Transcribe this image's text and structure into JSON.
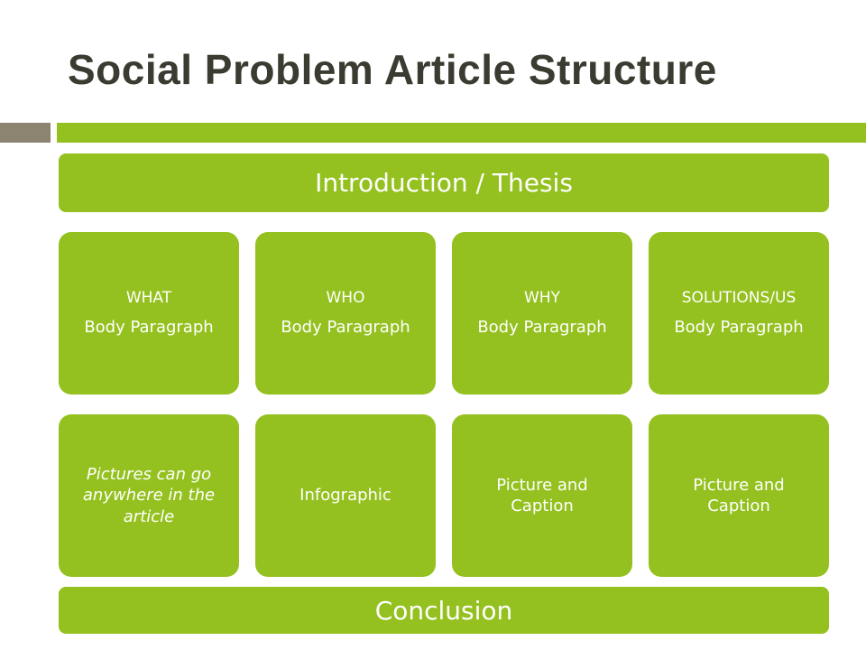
{
  "title": "Social Problem Article Structure",
  "intro": "Introduction / Thesis",
  "body_paragraphs": [
    {
      "heading": "WHAT",
      "text": "Body Paragraph"
    },
    {
      "heading": "WHO",
      "text": "Body Paragraph"
    },
    {
      "heading": "WHY",
      "text": "Body Paragraph"
    },
    {
      "heading": "SOLUTIONS/US",
      "text": "Body Paragraph"
    }
  ],
  "media_boxes": [
    {
      "text": "Pictures can go anywhere in the article"
    },
    {
      "text": "Infographic"
    },
    {
      "text": "Picture and Caption"
    },
    {
      "text": "Picture and Caption"
    }
  ],
  "conclusion": "Conclusion",
  "colors": {
    "accent_green": "#94c11f",
    "accent_gray": "#8c8471",
    "title_text": "#3b3b31"
  }
}
